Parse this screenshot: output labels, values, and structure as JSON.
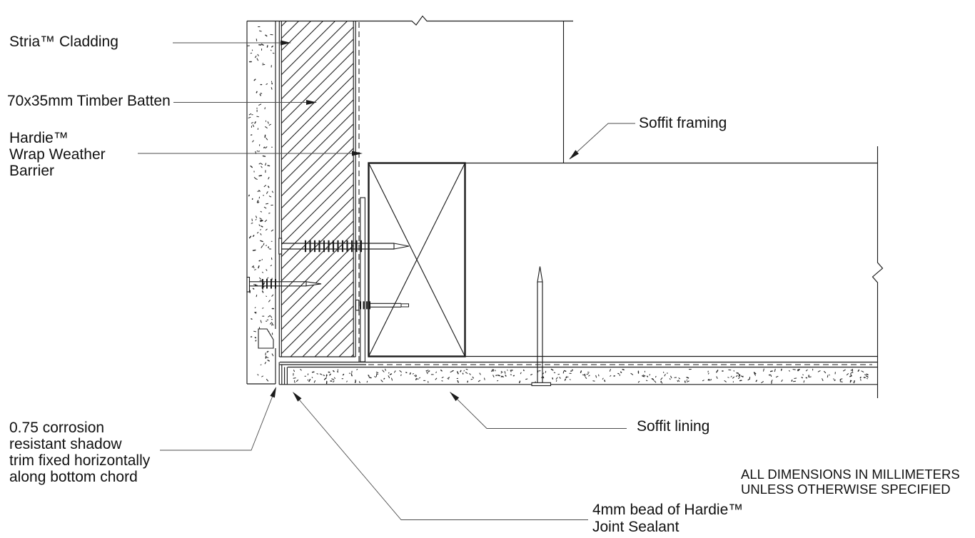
{
  "drawing": {
    "labels": {
      "stria": "Stria™ Cladding",
      "batten": "70x35mm Timber Batten",
      "wrap_line1": "Hardie™",
      "wrap_line2": "Wrap Weather",
      "wrap_line3": "Barrier",
      "soffit_framing": "Soffit framing",
      "soffit_lining": "Soffit lining",
      "trim_line1": "0.75 corrosion",
      "trim_line2": "resistant shadow",
      "trim_line3": "trim fixed horizontally",
      "trim_line4": "along bottom chord",
      "sealant_line1": "4mm bead of Hardie™",
      "sealant_line2": "Joint Sealant",
      "note_line1": "ALL DIMENSIONS IN MILLIMETERS",
      "note_line2": "UNLESS OTHERWISE SPECIFIED"
    },
    "colors": {
      "line": "#1b1b1b",
      "leader": "#4d4d4d",
      "background": "#ffffff"
    }
  }
}
